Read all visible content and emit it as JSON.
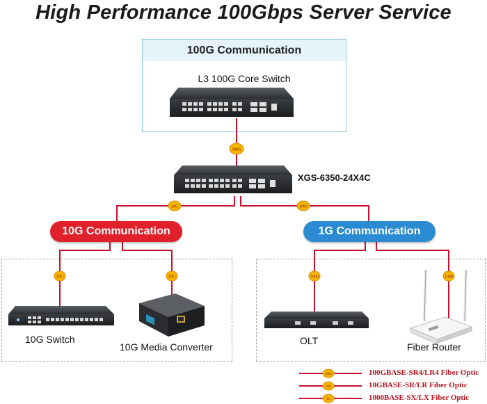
{
  "title": "High Performance 100Gbps Server Service",
  "core": {
    "section_title": "100G Communication",
    "device": "L3 100G Core Switch"
  },
  "aggregation": {
    "model": "XGS-6350-24X4C"
  },
  "groups": {
    "left": "10G Communication",
    "right": "1G Communication"
  },
  "devices": {
    "switch10g": "10G Switch",
    "media_converter": "10G Media Converter",
    "olt": "OLT",
    "router": "Fiber Router"
  },
  "link_badges": {
    "core_uplink": "100G",
    "to_10g": "10G",
    "to_1g": "1000",
    "sw10g": "10G",
    "mc10g": "10G",
    "olt": "1000",
    "router": "1000"
  },
  "legend": [
    {
      "badge": "100G",
      "text": "100GBASE-SR4/LR4 Fiber Optic"
    },
    {
      "badge": "10G",
      "text": "10GBASE-SR/LR Fiber Optic"
    },
    {
      "badge": "1G",
      "text": "1000BASE-SX/LX Fiber Optic"
    }
  ],
  "colors": {
    "link": "#c8102e",
    "badge": "#f5b400",
    "pill_10g": "#e0202a",
    "pill_1g": "#2a8bd2",
    "box_border": "#8fc7e6"
  }
}
